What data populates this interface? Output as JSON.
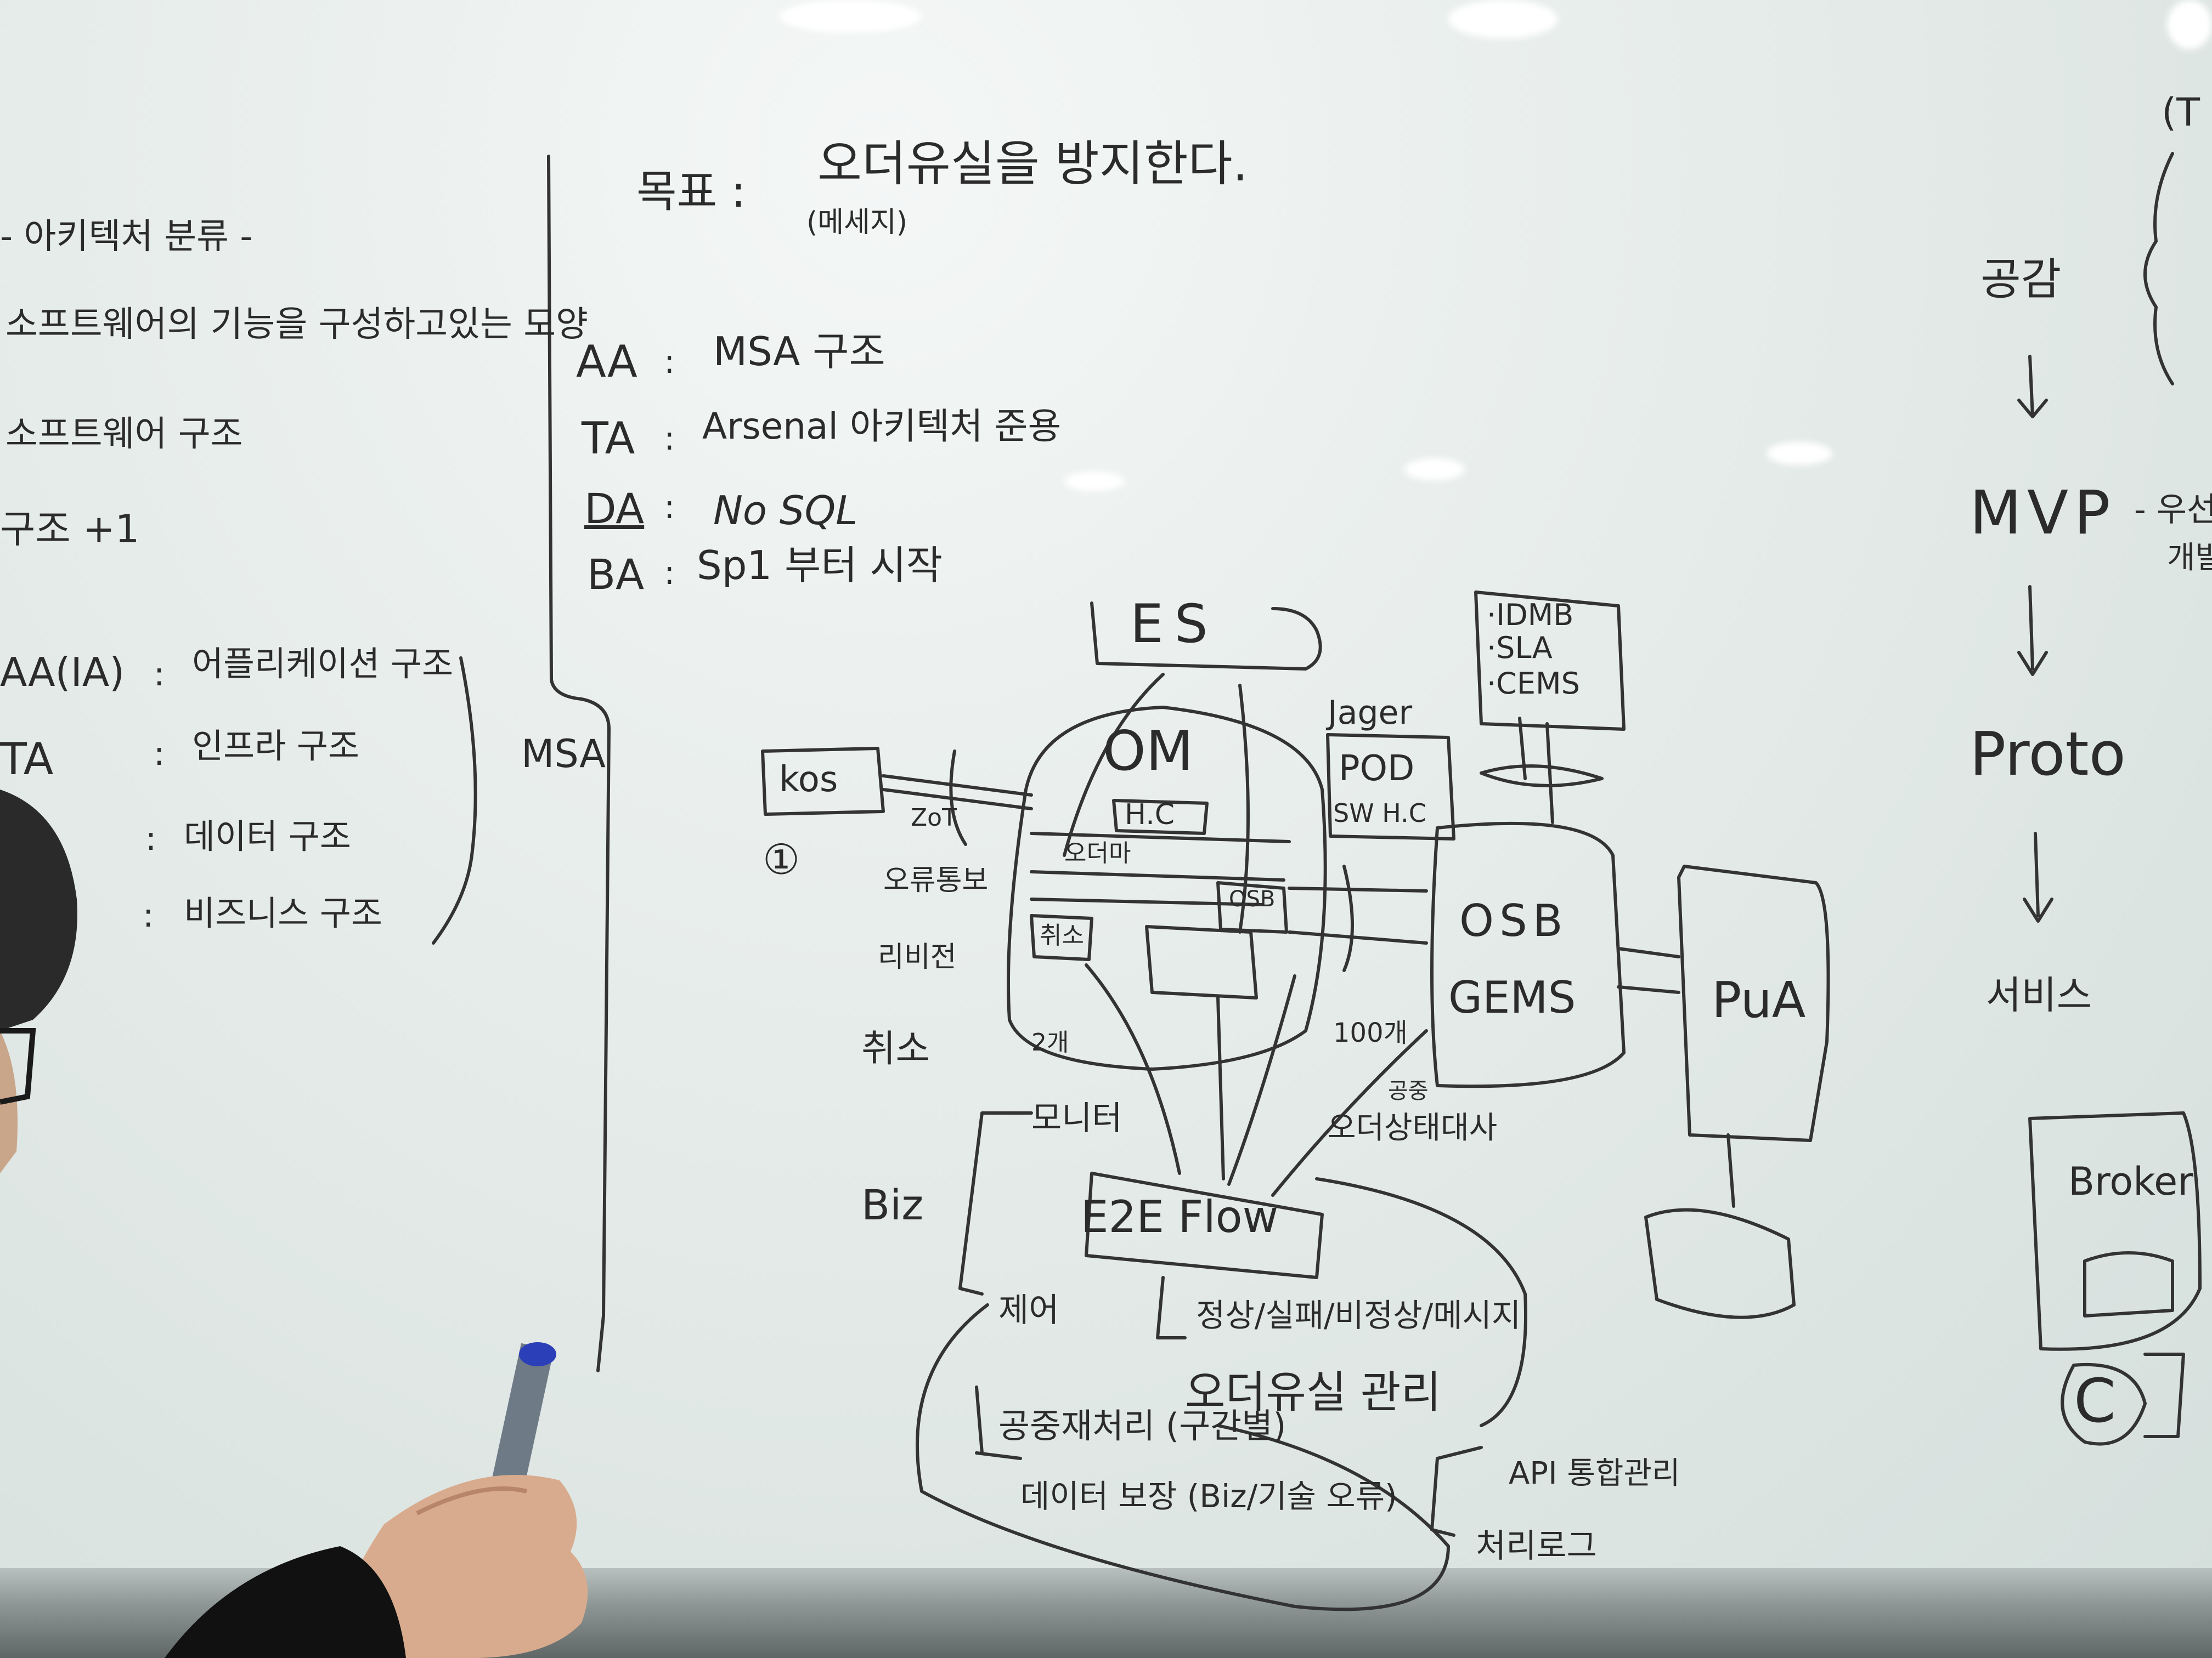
{
  "left_panel": {
    "title": "- 아키텍처 분류 -",
    "line1": "소프트웨어의 기능을 구성하고있는 모양",
    "line2": "소프트웨어 구조",
    "line3": "구조 +1",
    "rows": [
      {
        "abbr": "AA(IA)",
        "sep": ":",
        "desc": "어플리케이션 구조"
      },
      {
        "abbr": "TA",
        "sep": ":",
        "desc": "인프라 구조"
      },
      {
        "abbr": "",
        "sep": ":",
        "desc": "데이터 구조"
      },
      {
        "abbr": "",
        "sep": ":",
        "desc": "비즈니스 구조"
      }
    ],
    "bracket_label": "MSA"
  },
  "goal": {
    "label": "목표 :",
    "text": "오더유실을 방지한다.",
    "sub": "(메세지)"
  },
  "architecture": [
    {
      "abbr": "AA",
      "sep": ":",
      "value": "MSA 구조"
    },
    {
      "abbr": "TA",
      "sep": ":",
      "value": "Arsenal 아키텍처 준용"
    },
    {
      "abbr": "DA",
      "sep": ":",
      "value": "No SQL"
    },
    {
      "abbr": "BA",
      "sep": ":",
      "value": "Sp1 부터 시작"
    }
  ],
  "diagram": {
    "es": "ES",
    "om": "OM",
    "hc": "H.C",
    "order": "오더마",
    "osb_small": "OSB",
    "cancel": "취소",
    "jager": "Jager",
    "pod": "POD",
    "pod_hc": "SW H.C",
    "kos": "kos",
    "zot": "ZoT",
    "circle_one": "①",
    "recv": "오류통보",
    "review": "리비전",
    "cancel2": "취소",
    "idmb": "·IDMB",
    "sla": "·SLA",
    "cems": "·CEMS",
    "osb": "OSB",
    "gems": "GEMS",
    "pua": "PuA",
    "label_2ge": "2개",
    "label_100": "100개",
    "monitor": "모니터",
    "biz": "Biz",
    "order_status": "오더상태대사",
    "status_top": "공중",
    "e2e": "E2E Flow",
    "normal": "정상/실패/비정상/메시지",
    "order_loss": "오더유실 관리",
    "control": "제어",
    "retry": "공중재처리 (구간별)",
    "data_guard": "데이터 보장 (Biz/기술 오류)",
    "bracket_a": "API 통합관리",
    "bracket_b": "처리로그"
  },
  "right_panel": {
    "top": "(T",
    "gonggam": "공감",
    "mvp": "MVP",
    "mvp_note": "- 우선",
    "mvp_note2": "개발",
    "proto": "Proto",
    "service": "서비스",
    "broker": "Broker",
    "c_label": "C"
  }
}
